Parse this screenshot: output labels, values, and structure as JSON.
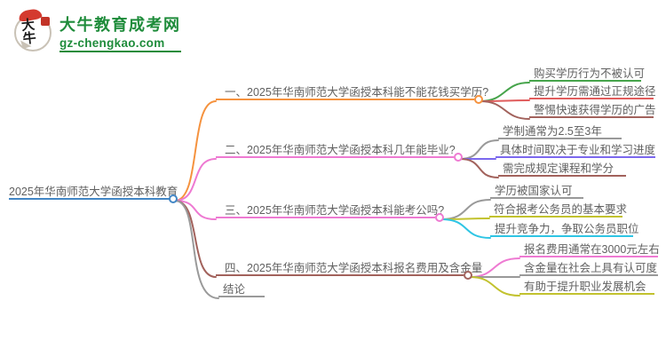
{
  "site": {
    "logo_badge": "大牛",
    "logo_title": "大牛教育成考网",
    "logo_domain": "gz-chengkao.com",
    "brand_green": "#1f8c3b",
    "logo_red": "#d43a2f"
  },
  "mindmap": {
    "root": {
      "label": "2025年华南师范大学函授本科教育",
      "color": "#4286c5"
    },
    "branches": [
      {
        "label": "一、2025年华南师范大学函授本科能不能花钱买学历?",
        "color": "#f5923e",
        "children": [
          {
            "label": "购买学历行为不被认可",
            "color": "#46a44b"
          },
          {
            "label": "提升学历需通过正规途径",
            "color": "#e05c5c"
          },
          {
            "label": "警惕快速获得学历的广告",
            "color": "#a2625c"
          }
        ]
      },
      {
        "label": "二、2025年华南师范大学函授本科几年能毕业?",
        "color": "#ee7ad2",
        "children": [
          {
            "label": "学制通常为2.5至3年",
            "color": "#999999"
          },
          {
            "label": "具体时间取决于专业和学习进度",
            "color": "#7b68ee"
          },
          {
            "label": "需完成规定课程和学分",
            "color": "#a2625c"
          }
        ]
      },
      {
        "label": "三、2025年华南师范大学函授本科能考公吗?",
        "color": "#ee7ad2",
        "children": [
          {
            "label": "学历被国家认可",
            "color": "#999999"
          },
          {
            "label": "符合报考公务员的基本要求",
            "color": "#c2c22e"
          },
          {
            "label": "提升竞争力，争取公务员职位",
            "color": "#2fc5e4"
          }
        ]
      },
      {
        "label": "四、2025年华南师范大学函授本科报名费用及含金量",
        "color": "#a2625c",
        "children": [
          {
            "label": "报名费用通常在3000元左右",
            "color": "#ee7ad2"
          },
          {
            "label": "含金量在社会上具有认可度",
            "color": "#999999"
          },
          {
            "label": "有助于提升职业发展机会",
            "color": "#c2c22e"
          }
        ]
      },
      {
        "label": "结论",
        "color": "#9a9a9a",
        "children": []
      }
    ]
  }
}
